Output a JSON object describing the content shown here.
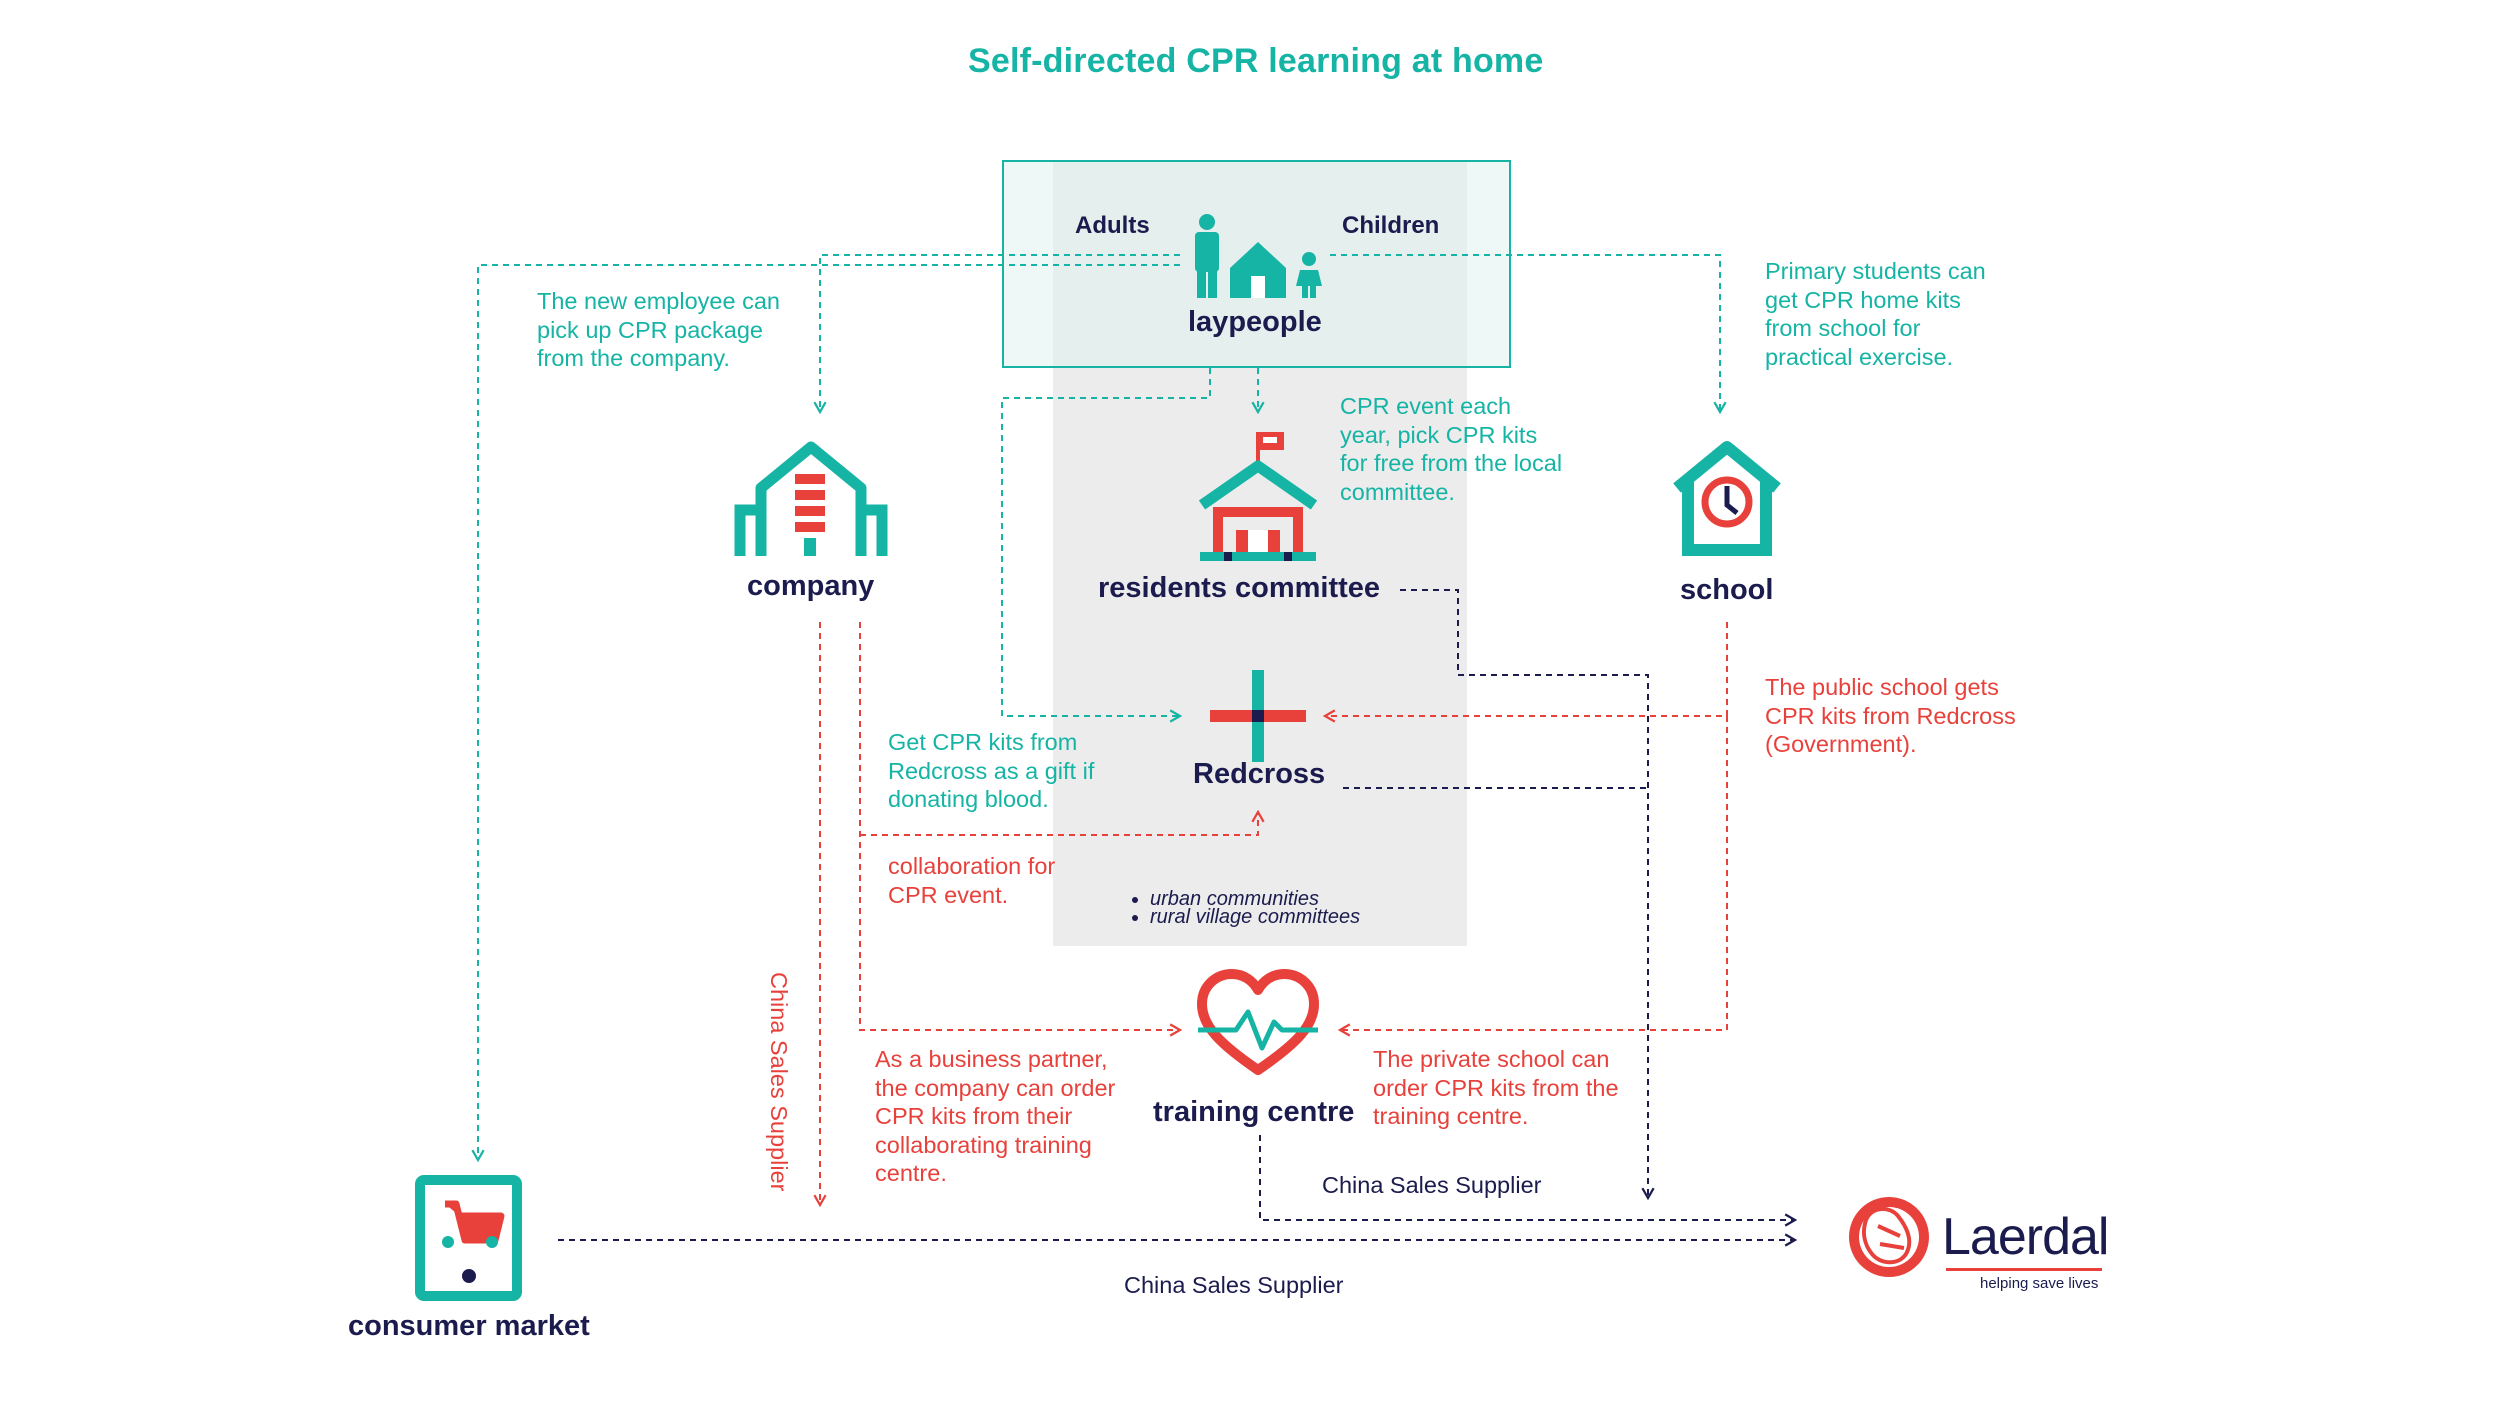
{
  "title": "Self-directed CPR learning at home",
  "laypeople": {
    "label": "laypeople",
    "adults": "Adults",
    "children": "Children"
  },
  "nodes": {
    "company": "company",
    "residents_committee": "residents committee",
    "school": "school",
    "redcross": "Redcross",
    "training_centre": "training centre",
    "consumer_market": "consumer market"
  },
  "annotations": {
    "company_note": "The new employee can pick up CPR package from the company.",
    "committee_note": "CPR event each year, pick CPR kits for free from the local committee.",
    "school_note": "Primary students can get CPR home kits from school for practical exercise.",
    "blood_note": "Get CPR kits from Redcross as a gift if donating blood.",
    "public_school_note": "The public school gets CPR kits from Redcross (Government).",
    "collaboration_note": "collaboration for CPR event.",
    "business_partner_note": "As a business partner, the company can order CPR kits from their collaborating training centre.",
    "private_school_note": "The private school can order CPR kits from the training centre.",
    "community_list": [
      "urban communities",
      "rural village committees"
    ],
    "supplier_vertical": "China Sales Supplier",
    "supplier_training": "China Sales Supplier",
    "supplier_bottom": "China Sales Supplier"
  },
  "brand": {
    "name": "Laerdal",
    "tagline": "helping save lives"
  },
  "colors": {
    "teal": "#16b4a5",
    "red": "#e8413b",
    "navy": "#1b1b4e",
    "panel": "#ececec"
  },
  "icons": {
    "laypeople": "family-house-icon",
    "company": "office-building-icon",
    "residents_committee": "committee-building-icon",
    "school": "school-clock-icon",
    "redcross": "red-cross-icon",
    "training_centre": "heart-pulse-icon",
    "consumer_market": "mobile-shopping-cart-icon",
    "brand": "laerdal-logo-icon"
  }
}
